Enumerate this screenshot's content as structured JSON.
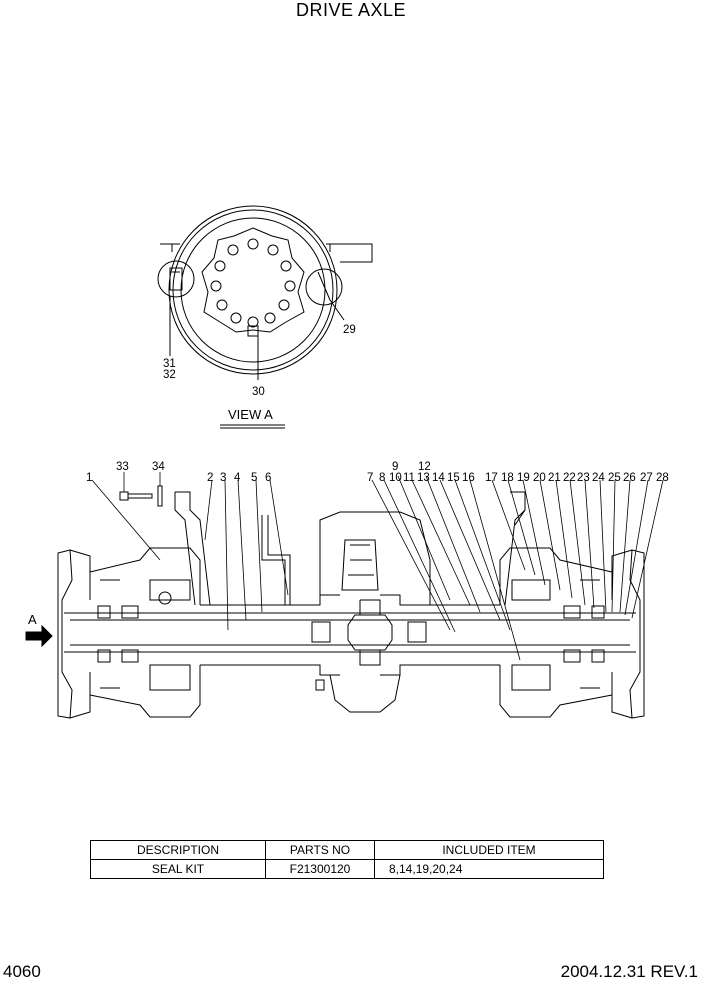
{
  "title": "DRIVE AXLE",
  "view_label": "VIEW A",
  "arrow_label": "A",
  "callouts_view": [
    "29",
    "30",
    "31",
    "32"
  ],
  "callouts_main": [
    "1",
    "2",
    "3",
    "4",
    "5",
    "6",
    "7",
    "8",
    "9",
    "10",
    "11",
    "12",
    "13",
    "14",
    "15",
    "16",
    "17",
    "18",
    "19",
    "20",
    "21",
    "22",
    "23",
    "24",
    "25",
    "26",
    "27",
    "28",
    "33",
    "34"
  ],
  "table": {
    "headers": [
      "DESCRIPTION",
      "PARTS NO",
      "INCLUDED ITEM"
    ],
    "rows": [
      {
        "description": "SEAL KIT",
        "parts_no": "F21300120",
        "included": "8,14,19,20,24"
      }
    ]
  },
  "footer": {
    "page": "4060",
    "date_rev": "2004.12.31  REV.1"
  }
}
